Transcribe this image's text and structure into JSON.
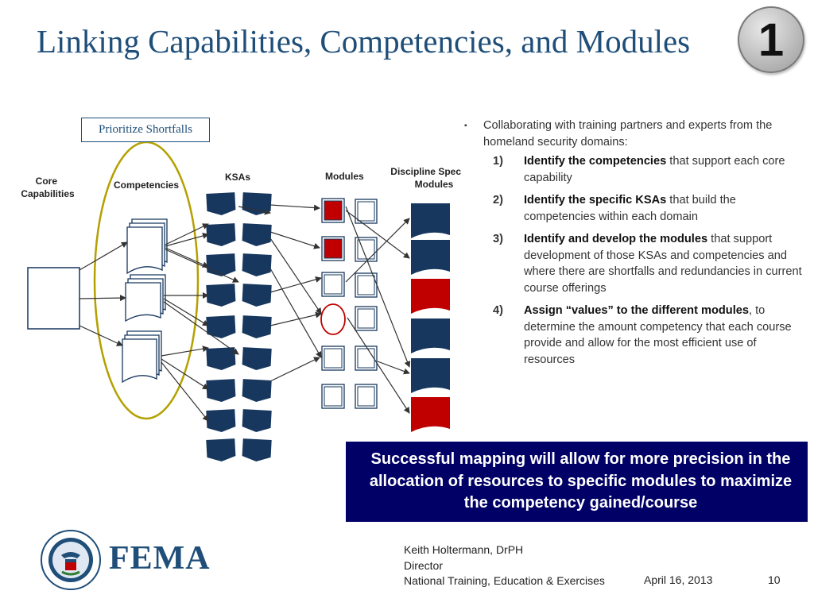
{
  "slide": {
    "title": "Linking Capabilities, Competencies, and Modules",
    "badge": "1",
    "page_number": "10"
  },
  "diagram": {
    "shortfall_label": "Prioritize Shortfalls",
    "columns": {
      "core": "Core Capabilities",
      "competencies": "Competencies",
      "ksas": "KSAs",
      "modules": "Modules",
      "discipline": "Discipline Specific Modules"
    },
    "colors": {
      "navy": "#17375e",
      "red": "#c00000",
      "ellipse": "#b5a000",
      "arrow": "#333333"
    }
  },
  "bullets": {
    "intro": "Collaborating with training partners and experts from the homeland security domains:",
    "items": [
      {
        "num": "1)",
        "bold": "Identify the competencies",
        "rest": " that support each core capability"
      },
      {
        "num": "2)",
        "bold": "Identify the specific KSAs",
        "rest": " that build the competencies within each domain"
      },
      {
        "num": "3)",
        "bold": "Identify and develop the modules",
        "rest": " that support development of those KSAs and competencies and where there are shortfalls and redundancies in current course offerings"
      },
      {
        "num": "4)",
        "bold": "Assign “values” to the different modules",
        "rest": ", to determine the amount competency that each course provide and allow for the most efficient use of resources"
      }
    ]
  },
  "callout": "Successful mapping will allow for more precision in the allocation of resources to specific modules to maximize the competency gained/course",
  "logo": {
    "name": "FEMA",
    "seal": "U.S. Department of Homeland Security"
  },
  "footer": {
    "name": "Keith Holtermann, DrPH",
    "role": "Director",
    "org": "National Training, Education & Exercises",
    "date": "April 16, 2013"
  }
}
